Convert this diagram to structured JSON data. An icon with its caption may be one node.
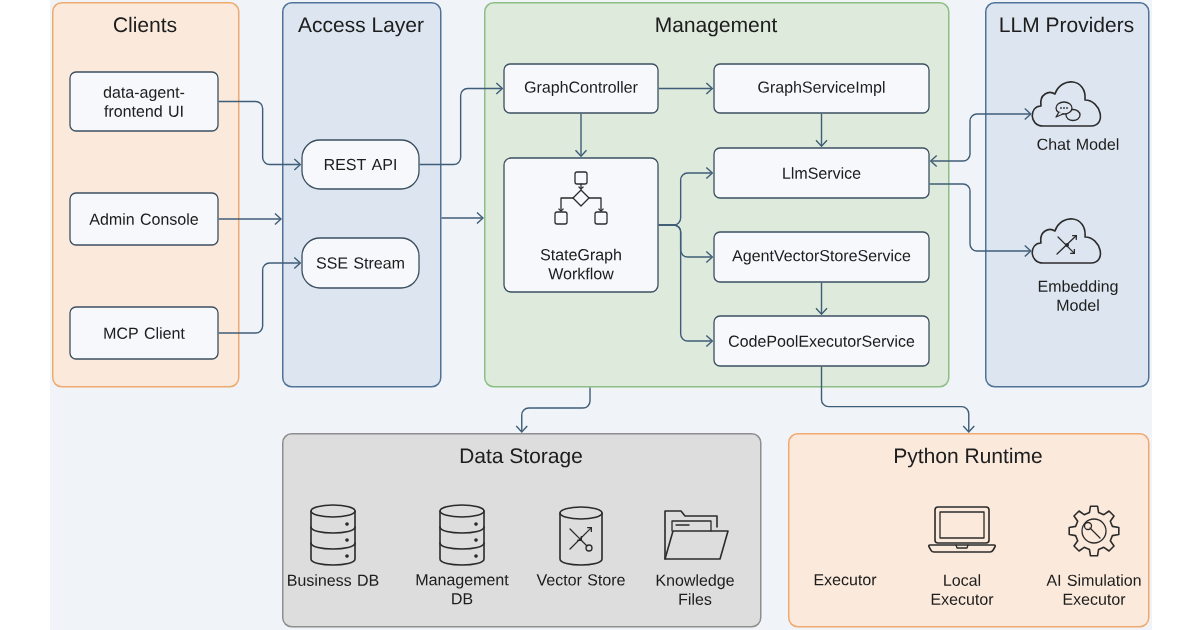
{
  "diagram": {
    "nodes": [
      {
        "text": [
          "Clients"
        ]
      },
      {
        "text": [
          "data-agent-frontend UI"
        ],
        "in": 0
      },
      {
        "text": [
          "Admin Console"
        ],
        "in": 0
      },
      {
        "text": [
          "MCP Client"
        ],
        "in": 0
      },
      {
        "text": [
          "Access Layer"
        ]
      },
      {
        "text": [
          "REST API"
        ],
        "in": 4
      },
      {
        "text": [
          "SSE Stream"
        ],
        "in": 4
      },
      {
        "text": [
          "Management"
        ]
      },
      {
        "text": [
          "GraphController"
        ],
        "in": 7
      },
      {
        "text": [
          "GraphServiceImpl"
        ],
        "in": 7
      },
      {
        "text": [
          "StateGraph Workflow"
        ],
        "in": 7
      },
      {
        "text": [
          "LlmService"
        ],
        "in": 7
      },
      {
        "text": [
          "AgentVectorStoreService"
        ],
        "in": 7
      },
      {
        "text": [
          "CodePoolExecutorService"
        ],
        "in": 7
      },
      {
        "text": [
          "LLM Providers"
        ]
      },
      {
        "text": [
          "Chat Model"
        ],
        "in": 14
      },
      {
        "text": [
          "Embedding Model"
        ],
        "in": 14
      },
      {
        "text": [
          "Data Storage"
        ]
      },
      {
        "text": [
          "Business DB"
        ],
        "in": 17
      },
      {
        "text": [
          "Management DB"
        ],
        "in": 17
      },
      {
        "text": [
          "Vector Store"
        ],
        "in": 17
      },
      {
        "text": [
          "Knowledge Files"
        ],
        "in": 17
      },
      {
        "text": [
          "Python Runtime"
        ]
      },
      {
        "text": [
          "Executor"
        ],
        "in": 22
      },
      {
        "text": [
          "Local Executor"
        ],
        "in": 22
      },
      {
        "text": [
          "AI Simulation Executor"
        ],
        "in": 22
      }
    ],
    "edges": [
      {
        "from": 1,
        "to": 5,
        "arrow": "to"
      },
      {
        "from": 2,
        "to": 4,
        "arrow": "to"
      },
      {
        "from": 3,
        "to": 6,
        "arrow": "to"
      },
      {
        "from": 5,
        "to": 8,
        "arrow": "to"
      },
      {
        "from": 4,
        "to": 7,
        "arrow": "to"
      },
      {
        "from": 8,
        "to": 9,
        "arrow": "to"
      },
      {
        "from": 8,
        "to": 10,
        "arrow": "to"
      },
      {
        "from": 9,
        "to": 11,
        "arrow": "to"
      },
      {
        "from": 10,
        "to": 11,
        "arrow": "to"
      },
      {
        "from": 10,
        "to": 12,
        "arrow": "to"
      },
      {
        "from": 10,
        "to": 13,
        "arrow": "to"
      },
      {
        "from": 12,
        "to": 13,
        "arrow": "to"
      },
      {
        "from": 11,
        "to": 15,
        "arrow": "both"
      },
      {
        "from": 11,
        "to": 16,
        "arrow": "to"
      },
      {
        "from": 7,
        "to": 17,
        "arrow": "to"
      },
      {
        "from": 13,
        "to": 22,
        "arrow": "to"
      }
    ]
  }
}
